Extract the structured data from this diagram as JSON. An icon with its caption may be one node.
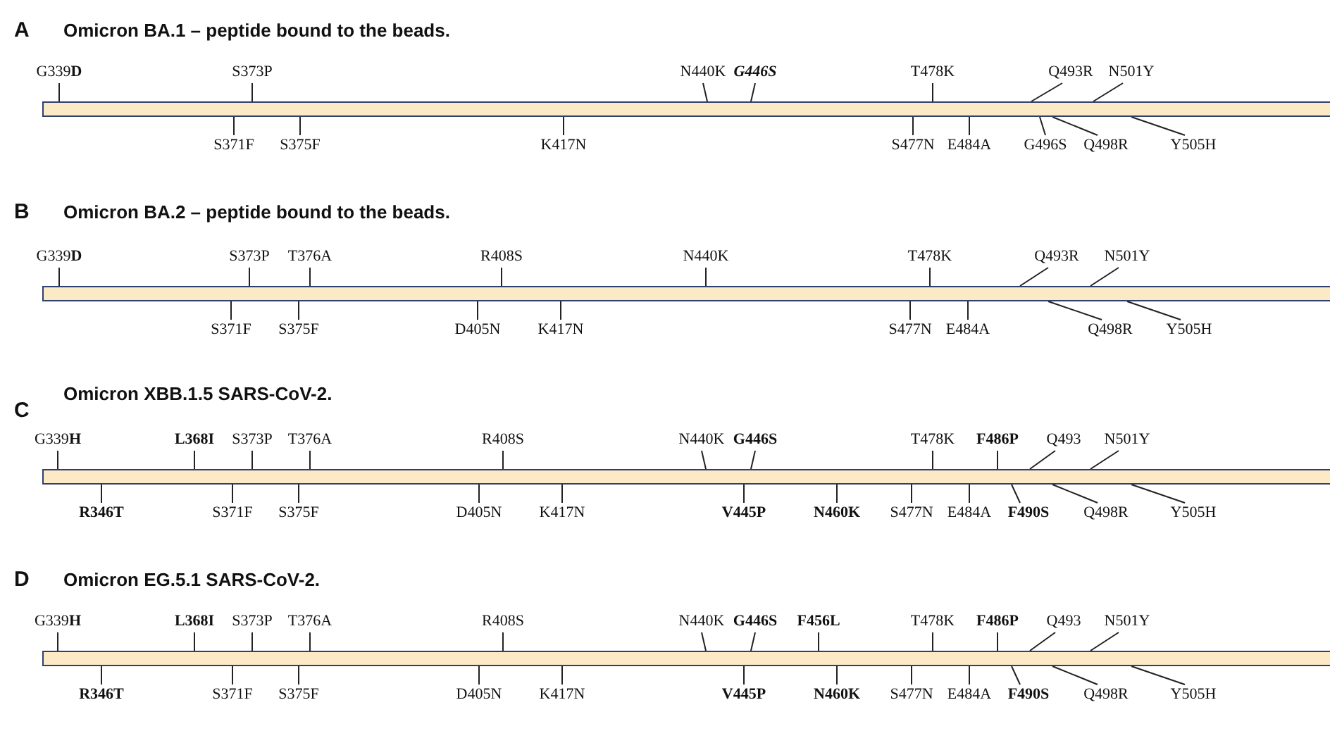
{
  "diagram": {
    "nodes": [
      {
        "text": [
          "G339**D**"
        ]
      },
      {
        "text": [
          "S373P"
        ]
      },
      {
        "text": [
          "N440K"
        ]
      },
      {
        "text": [
          "G446S"
        ]
      },
      {
        "text": [
          "T478K"
        ]
      },
      {
        "text": [
          "Q493R"
        ]
      },
      {
        "text": [
          "N501Y"
        ]
      },
      {
        "text": [],
        "shape": "bar"
      },
      {
        "text": [
          "S371F"
        ]
      },
      {
        "text": [
          "S375F"
        ]
      },
      {
        "text": [
          "K417N"
        ]
      },
      {
        "text": [
          "S477N"
        ]
      },
      {
        "text": [
          "E484A"
        ]
      },
      {
        "text": [
          "G496S"
        ]
      },
      {
        "text": [
          "Q498R"
        ]
      },
      {
        "text": [
          "Y505H"
        ]
      },
      {
        "text": [
          "G339**D**"
        ]
      },
      {
        "text": [
          "S373P"
        ]
      },
      {
        "text": [
          "T376A"
        ]
      },
      {
        "text": [
          "R408S"
        ]
      },
      {
        "text": [
          "N440K"
        ]
      },
      {
        "text": [
          "T478K"
        ]
      },
      {
        "text": [
          "Q493R"
        ]
      },
      {
        "text": [
          "N501Y"
        ]
      },
      {
        "text": [],
        "shape": "bar"
      },
      {
        "text": [
          "S371F"
        ]
      },
      {
        "text": [
          "S375F"
        ]
      },
      {
        "text": [
          "D405N"
        ]
      },
      {
        "text": [
          "K417N"
        ]
      },
      {
        "text": [
          "S477N"
        ]
      },
      {
        "text": [
          "E484A"
        ]
      },
      {
        "text": [
          "Q498R"
        ]
      },
      {
        "text": [
          "Y505H"
        ]
      },
      {
        "text": [
          "G339**H**"
        ]
      },
      {
        "text": [
          "L368I"
        ]
      },
      {
        "text": [
          "S373P"
        ]
      },
      {
        "text": [
          "T376A"
        ]
      },
      {
        "text": [
          "R408S"
        ]
      },
      {
        "text": [
          "N440K"
        ]
      },
      {
        "text": [
          "G446S"
        ]
      },
      {
        "text": [
          "T478K"
        ]
      },
      {
        "text": [
          "F486P"
        ]
      },
      {
        "text": [
          "Q493"
        ]
      },
      {
        "text": [
          "N501Y"
        ]
      },
      {
        "text": [],
        "shape": "bar"
      },
      {
        "text": [
          "R346T"
        ]
      },
      {
        "text": [
          "S371F"
        ]
      },
      {
        "text": [
          "S375F"
        ]
      },
      {
        "text": [
          "D405N"
        ]
      },
      {
        "text": [
          "K417N"
        ]
      },
      {
        "text": [
          "V445P"
        ]
      },
      {
        "text": [
          "N460K"
        ]
      },
      {
        "text": [
          "S477N"
        ]
      },
      {
        "text": [
          "E484A"
        ]
      },
      {
        "text": [
          "F490S"
        ]
      },
      {
        "text": [
          "Q498R"
        ]
      },
      {
        "text": [
          "Y505H"
        ]
      },
      {
        "text": [
          "G339**H**"
        ]
      },
      {
        "text": [
          "L368I"
        ]
      },
      {
        "text": [
          "S373P"
        ]
      },
      {
        "text": [
          "T376A"
        ]
      },
      {
        "text": [
          "R408S"
        ]
      },
      {
        "text": [
          "N440K"
        ]
      },
      {
        "text": [
          "G446S"
        ]
      },
      {
        "text": [
          "F456L"
        ]
      },
      {
        "text": [
          "T478K"
        ]
      },
      {
        "text": [
          "F486P"
        ]
      },
      {
        "text": [
          "Q493"
        ]
      },
      {
        "text": [
          "N501Y"
        ]
      },
      {
        "text": [],
        "shape": "bar"
      },
      {
        "text": [
          "R346T"
        ]
      },
      {
        "text": [
          "S371F"
        ]
      },
      {
        "text": [
          "S375F"
        ]
      },
      {
        "text": [
          "D405N"
        ]
      },
      {
        "text": [
          "K417N"
        ]
      },
      {
        "text": [
          "V445P"
        ]
      },
      {
        "text": [
          "N460K"
        ]
      },
      {
        "text": [
          "S477N"
        ]
      },
      {
        "text": [
          "E484A"
        ]
      },
      {
        "text": [
          "F490S"
        ]
      },
      {
        "text": [
          "Q498R"
        ]
      },
      {
        "text": [
          "Y505H"
        ]
      }
    ],
    "edges": [
      {
        "from": 0,
        "to": 7,
        "arrow": "none"
      },
      {
        "from": 1,
        "to": 7,
        "arrow": "none"
      },
      {
        "from": 2,
        "to": 7,
        "arrow": "none"
      },
      {
        "from": 3,
        "to": 7,
        "arrow": "none"
      },
      {
        "from": 4,
        "to": 7,
        "arrow": "none"
      },
      {
        "from": 5,
        "to": 7,
        "arrow": "none"
      },
      {
        "from": 6,
        "to": 7,
        "arrow": "none"
      },
      {
        "from": 8,
        "to": 7,
        "arrow": "none"
      },
      {
        "from": 9,
        "to": 7,
        "arrow": "none"
      },
      {
        "from": 10,
        "to": 7,
        "arrow": "none"
      },
      {
        "from": 11,
        "to": 7,
        "arrow": "none"
      },
      {
        "from": 12,
        "to": 7,
        "arrow": "none"
      },
      {
        "from": 13,
        "to": 7,
        "arrow": "none"
      },
      {
        "from": 14,
        "to": 7,
        "arrow": "none"
      },
      {
        "from": 15,
        "to": 7,
        "arrow": "none"
      },
      {
        "from": 16,
        "to": 24,
        "arrow": "none"
      },
      {
        "from": 17,
        "to": 24,
        "arrow": "none"
      },
      {
        "from": 18,
        "to": 24,
        "arrow": "none"
      },
      {
        "from": 19,
        "to": 24,
        "arrow": "none"
      },
      {
        "from": 20,
        "to": 24,
        "arrow": "none"
      },
      {
        "from": 21,
        "to": 24,
        "arrow": "none"
      },
      {
        "from": 22,
        "to": 24,
        "arrow": "none"
      },
      {
        "from": 23,
        "to": 24,
        "arrow": "none"
      },
      {
        "from": 25,
        "to": 24,
        "arrow": "none"
      },
      {
        "from": 26,
        "to": 24,
        "arrow": "none"
      },
      {
        "from": 27,
        "to": 24,
        "arrow": "none"
      },
      {
        "from": 28,
        "to": 24,
        "arrow": "none"
      },
      {
        "from": 29,
        "to": 24,
        "arrow": "none"
      },
      {
        "from": 30,
        "to": 24,
        "arrow": "none"
      },
      {
        "from": 31,
        "to": 24,
        "arrow": "none"
      },
      {
        "from": 32,
        "to": 24,
        "arrow": "none"
      },
      {
        "from": 33,
        "to": 44,
        "arrow": "none"
      },
      {
        "from": 34,
        "to": 44,
        "arrow": "none"
      },
      {
        "from": 35,
        "to": 44,
        "arrow": "none"
      },
      {
        "from": 36,
        "to": 44,
        "arrow": "none"
      },
      {
        "from": 37,
        "to": 44,
        "arrow": "none"
      },
      {
        "from": 38,
        "to": 44,
        "arrow": "none"
      },
      {
        "from": 39,
        "to": 44,
        "arrow": "none"
      },
      {
        "from": 40,
        "to": 44,
        "arrow": "none"
      },
      {
        "from": 41,
        "to": 44,
        "arrow": "none"
      },
      {
        "from": 42,
        "to": 44,
        "arrow": "none"
      },
      {
        "from": 43,
        "to": 44,
        "arrow": "none"
      },
      {
        "from": 45,
        "to": 44,
        "arrow": "none"
      },
      {
        "from": 46,
        "to": 44,
        "arrow": "none"
      },
      {
        "from": 47,
        "to": 44,
        "arrow": "none"
      },
      {
        "from": 48,
        "to": 44,
        "arrow": "none"
      },
      {
        "from": 49,
        "to": 44,
        "arrow": "none"
      },
      {
        "from": 50,
        "to": 44,
        "arrow": "none"
      },
      {
        "from": 51,
        "to": 44,
        "arrow": "none"
      },
      {
        "from": 52,
        "to": 44,
        "arrow": "none"
      },
      {
        "from": 53,
        "to": 44,
        "arrow": "none"
      },
      {
        "from": 54,
        "to": 44,
        "arrow": "none"
      },
      {
        "from": 55,
        "to": 44,
        "arrow": "none"
      },
      {
        "from": 56,
        "to": 44,
        "arrow": "none"
      },
      {
        "from": 57,
        "to": 69,
        "arrow": "none"
      },
      {
        "from": 58,
        "to": 69,
        "arrow": "none"
      },
      {
        "from": 59,
        "to": 69,
        "arrow": "none"
      },
      {
        "from": 60,
        "to": 69,
        "arrow": "none"
      },
      {
        "from": 61,
        "to": 69,
        "arrow": "none"
      },
      {
        "from": 62,
        "to": 69,
        "arrow": "none"
      },
      {
        "from": 63,
        "to": 69,
        "arrow": "none"
      },
      {
        "from": 64,
        "to": 69,
        "arrow": "none"
      },
      {
        "from": 65,
        "to": 69,
        "arrow": "none"
      },
      {
        "from": 66,
        "to": 69,
        "arrow": "none"
      },
      {
        "from": 67,
        "to": 69,
        "arrow": "none"
      },
      {
        "from": 68,
        "to": 69,
        "arrow": "none"
      },
      {
        "from": 70,
        "to": 69,
        "arrow": "none"
      },
      {
        "from": 71,
        "to": 69,
        "arrow": "none"
      },
      {
        "from": 72,
        "to": 69,
        "arrow": "none"
      },
      {
        "from": 73,
        "to": 69,
        "arrow": "none"
      },
      {
        "from": 74,
        "to": 69,
        "arrow": "none"
      },
      {
        "from": 75,
        "to": 69,
        "arrow": "none"
      },
      {
        "from": 76,
        "to": 69,
        "arrow": "none"
      },
      {
        "from": 77,
        "to": 69,
        "arrow": "none"
      },
      {
        "from": 78,
        "to": 69,
        "arrow": "none"
      },
      {
        "from": 79,
        "to": 69,
        "arrow": "none"
      },
      {
        "from": 80,
        "to": 69,
        "arrow": "none"
      },
      {
        "from": 81,
        "to": 69,
        "arrow": "none"
      }
    ],
    "labels": [
      "A",
      "Omicron BA.1 – peptide bound to the beads.",
      "B",
      "Omicron BA.2 – peptide bound to the beads.",
      "C",
      "Omicron XBB.1.5 SARS-CoV-2.",
      "D",
      "Omicron EG.5.1 SARS-CoV-2."
    ]
  }
}
